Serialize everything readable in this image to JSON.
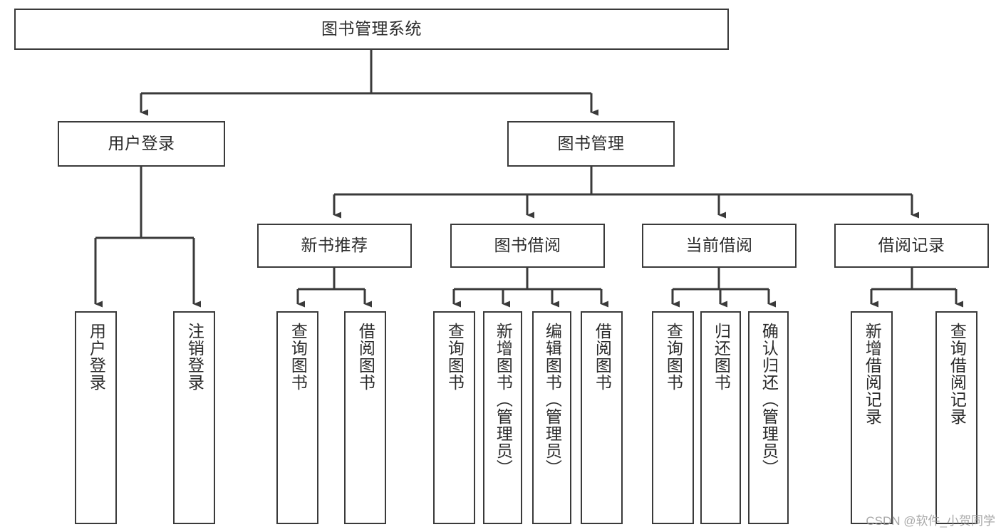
{
  "diagram": {
    "type": "tree",
    "title": "图书管理系统",
    "orientation": "top-down",
    "line_color": "#3a3a3a",
    "box_border_color": "#3a3a3a",
    "box_fill_color": "#ffffff",
    "text_color": "#2b2b2b",
    "background_color": "#ffffff"
  },
  "watermark": {
    "text": "CSDN @软件_小贺同学",
    "color": "#9a9a9a"
  },
  "nodes": {
    "root": {
      "label": "图书管理系统"
    },
    "level2": [
      {
        "label": "用户登录"
      },
      {
        "label": "图书管理"
      }
    ],
    "level3": [
      {
        "label": "新书推荐"
      },
      {
        "label": "图书借阅"
      },
      {
        "label": "当前借阅"
      },
      {
        "label": "借阅记录"
      }
    ],
    "leaves": {
      "user_login": [
        {
          "label": "用户登录"
        },
        {
          "label": "注销登录"
        }
      ],
      "new_book": [
        {
          "label": "查询图书"
        },
        {
          "label": "借阅图书"
        }
      ],
      "book_borrow": [
        {
          "label": "查询图书"
        },
        {
          "label": "新增图书（管理员）"
        },
        {
          "label": "编辑图书（管理员）"
        },
        {
          "label": "借阅图书"
        }
      ],
      "current_borrow": [
        {
          "label": "查询图书"
        },
        {
          "label": "归还图书"
        },
        {
          "label": "确认归还（管理员）"
        }
      ],
      "borrow_record": [
        {
          "label": "新增借阅记录"
        },
        {
          "label": "查询借阅记录"
        }
      ]
    }
  }
}
